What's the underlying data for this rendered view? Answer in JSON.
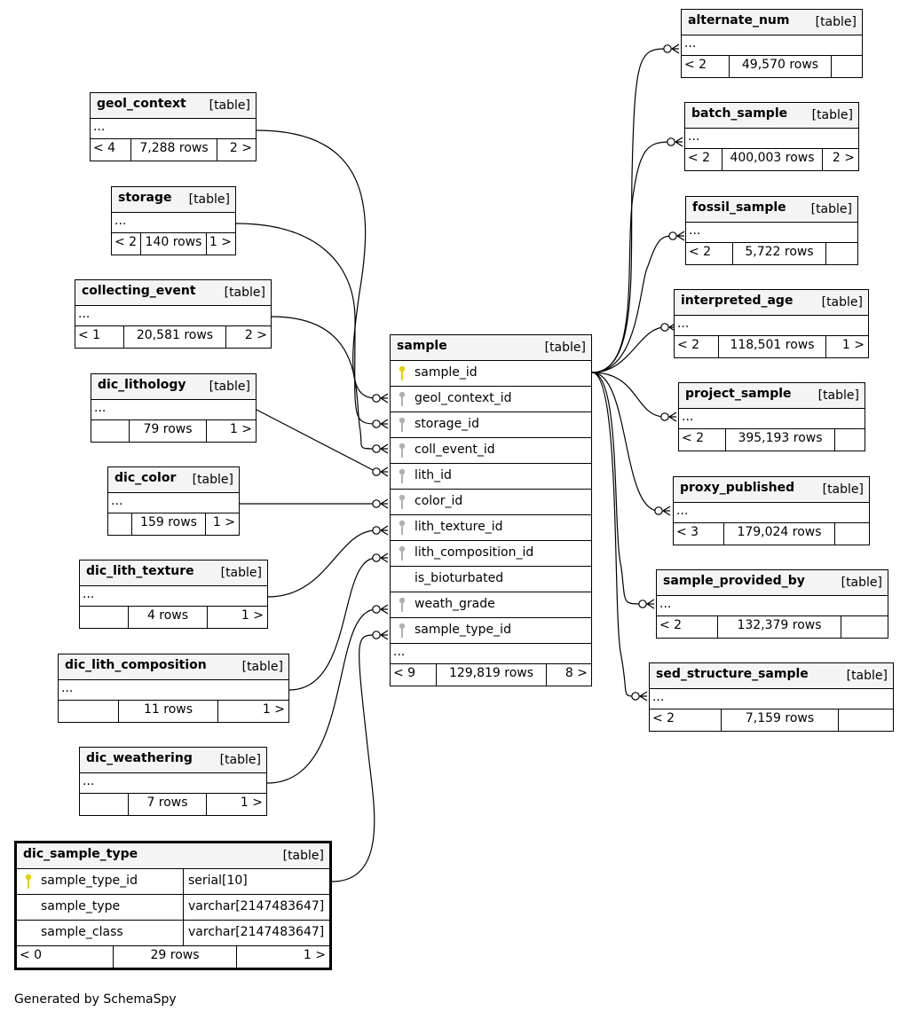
{
  "credit": "Generated by SchemaSpy",
  "ellipsis": "...",
  "table_type": "[table]",
  "focus_table": {
    "name": "dic_sample_type",
    "columns": [
      {
        "name": "sample_type_id",
        "type": "serial[10]",
        "primary_key": true
      },
      {
        "name": "sample_type",
        "type": "varchar[2147483647]",
        "primary_key": false
      },
      {
        "name": "sample_class",
        "type": "varchar[2147483647]",
        "primary_key": false
      }
    ],
    "footer": {
      "parents": "< 0",
      "rows": "29 rows",
      "children": "1 >"
    }
  },
  "central_table": {
    "name": "sample",
    "columns": [
      {
        "name": "sample_id",
        "key": "primary"
      },
      {
        "name": "geol_context_id",
        "key": "foreign"
      },
      {
        "name": "storage_id",
        "key": "foreign"
      },
      {
        "name": "coll_event_id",
        "key": "foreign"
      },
      {
        "name": "lith_id",
        "key": "foreign"
      },
      {
        "name": "color_id",
        "key": "foreign"
      },
      {
        "name": "lith_texture_id",
        "key": "foreign"
      },
      {
        "name": "lith_composition_id",
        "key": "foreign"
      },
      {
        "name": "is_bioturbated",
        "key": "none"
      },
      {
        "name": "weath_grade",
        "key": "foreign"
      },
      {
        "name": "sample_type_id",
        "key": "foreign"
      }
    ],
    "footer": {
      "parents": "< 9",
      "rows": "129,819 rows",
      "children": "8 >"
    }
  },
  "parent_tables": [
    {
      "name": "geol_context",
      "parents": "< 4",
      "rows": "7,288 rows",
      "children": "2 >"
    },
    {
      "name": "storage",
      "parents": "< 2",
      "rows": "140 rows",
      "children": "1 >"
    },
    {
      "name": "collecting_event",
      "parents": "< 1",
      "rows": "20,581 rows",
      "children": "2 >"
    },
    {
      "name": "dic_lithology",
      "parents": "",
      "rows": "79 rows",
      "children": "1 >"
    },
    {
      "name": "dic_color",
      "parents": "",
      "rows": "159 rows",
      "children": "1 >"
    },
    {
      "name": "dic_lith_texture",
      "parents": "",
      "rows": "4 rows",
      "children": "1 >"
    },
    {
      "name": "dic_lith_composition",
      "parents": "",
      "rows": "11 rows",
      "children": "1 >"
    },
    {
      "name": "dic_weathering",
      "parents": "",
      "rows": "7 rows",
      "children": "1 >"
    }
  ],
  "child_tables": [
    {
      "name": "alternate_num",
      "parents": "< 2",
      "rows": "49,570 rows",
      "children": ""
    },
    {
      "name": "batch_sample",
      "parents": "< 2",
      "rows": "400,003 rows",
      "children": "2 >"
    },
    {
      "name": "fossil_sample",
      "parents": "< 2",
      "rows": "5,722 rows",
      "children": ""
    },
    {
      "name": "interpreted_age",
      "parents": "< 2",
      "rows": "118,501 rows",
      "children": "1 >"
    },
    {
      "name": "project_sample",
      "parents": "< 2",
      "rows": "395,193 rows",
      "children": ""
    },
    {
      "name": "proxy_published",
      "parents": "< 3",
      "rows": "179,024 rows",
      "children": ""
    },
    {
      "name": "sample_provided_by",
      "parents": "< 2",
      "rows": "132,379 rows",
      "children": ""
    },
    {
      "name": "sed_structure_sample",
      "parents": "< 2",
      "rows": "7,159 rows",
      "children": ""
    }
  ]
}
